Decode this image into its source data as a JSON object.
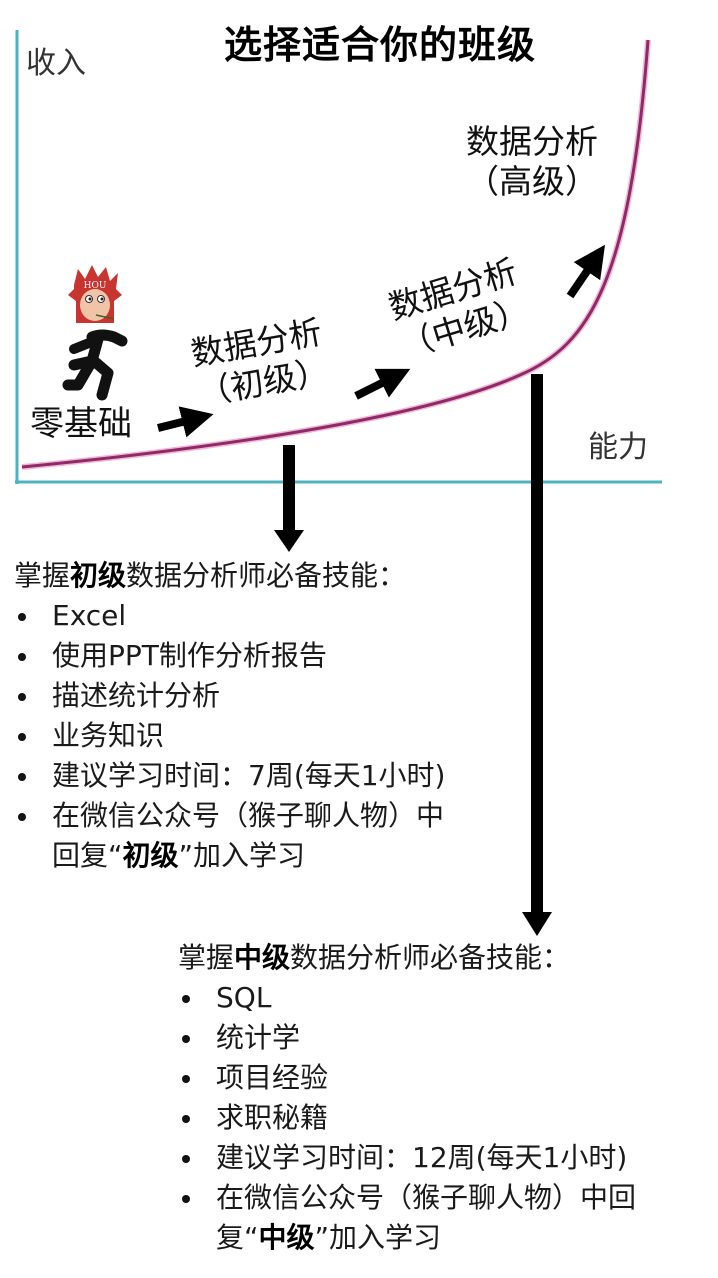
{
  "title": "选择适合你的班级",
  "axes": {
    "y_label": "收入",
    "x_label": "能力",
    "axis_color": "#4fb3bf",
    "curve_color": "#9b2c6e"
  },
  "stages": {
    "zero": "零基础",
    "beginner": {
      "line1": "数据分析",
      "line2": "（初级）"
    },
    "intermediate": {
      "line1": "数据分析",
      "line2": "（中级）"
    },
    "advanced": {
      "line1": "数据分析",
      "line2": "（高级）"
    }
  },
  "mascot": {
    "badge_text": "HOU",
    "description": "monkey-head running figure"
  },
  "beginner_skills": {
    "heading_prefix": "掌握",
    "heading_bold": "初级",
    "heading_suffix": "数据分析师必备技能：",
    "items": [
      "Excel",
      "使用PPT制作分析报告",
      "描述统计分析",
      "业务知识",
      "建议学习时间：7周(每天1小时)",
      "在微信公众号（猴子聊人物）中"
    ],
    "cont_prefix": "回复“",
    "cont_bold": "初级",
    "cont_suffix": "”加入学习"
  },
  "intermediate_skills": {
    "heading_prefix": "掌握",
    "heading_bold": "中级",
    "heading_suffix": "数据分析师必备技能：",
    "items": [
      "SQL",
      "统计学",
      "项目经验",
      "求职秘籍",
      "建议学习时间：12周(每天1小时)",
      "在微信公众号（猴子聊人物）中回"
    ],
    "cont_prefix": "复“",
    "cont_bold": "中级",
    "cont_suffix": "”加入学习"
  }
}
